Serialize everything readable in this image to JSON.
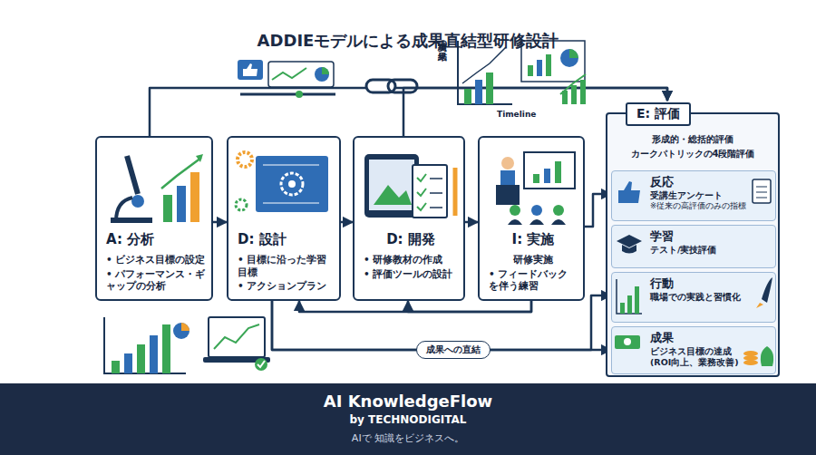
{
  "diagram": {
    "title": "ADDIEモデルによる成果直結型研修設計",
    "nodes": [
      {
        "text": [
          "A: 分析",
          "• ビジネス目標の設定",
          "• パフォーマンス・ギャップの分析"
        ]
      },
      {
        "text": [
          "D: 設計",
          "• 目標に沿った学習目標",
          "• アクションプラン"
        ]
      },
      {
        "text": [
          "D: 開発",
          "• 研修教材の作成",
          "• 評価ツールの設計"
        ]
      },
      {
        "text": [
          "I: 実施",
          "研修実施",
          "• フィードバックを伴う練習"
        ]
      },
      {
        "text": [
          "E: 評価",
          "形成的・総括的評価",
          "カークパトリックの4段階評価"
        ]
      },
      {
        "text": [
          "反応",
          "受講生アンケート",
          "※従来の高評価のみの指標"
        ],
        "in": 4
      },
      {
        "text": [
          "学習",
          "テスト/実技評価"
        ],
        "in": 4
      },
      {
        "text": [
          "行動",
          "職場での実践と習慣化"
        ],
        "in": 4
      },
      {
        "text": [
          "成果",
          "ビジネス目標の達成 (ROI向上、業務改善)"
        ],
        "in": 4
      }
    ],
    "edges": [
      {
        "from": 0,
        "to": 1,
        "arrow": "to"
      },
      {
        "from": 1,
        "to": 2,
        "arrow": "to"
      },
      {
        "from": 2,
        "to": 3,
        "arrow": "to"
      },
      {
        "from": 3,
        "to": 5,
        "arrow": "to"
      },
      {
        "from": 0,
        "to": 4,
        "arrow": "to"
      },
      {
        "from": 2,
        "to": 4,
        "arrow": "to"
      },
      {
        "from": 3,
        "to": 1,
        "arrow": "to"
      },
      {
        "from": 3,
        "to": 2,
        "arrow": "to"
      },
      {
        "from": 1,
        "to": 7,
        "label": "成果への直結",
        "arrow": "to"
      },
      {
        "from": 1,
        "to": 8,
        "arrow": "to"
      }
    ],
    "labels": [
      "実績の結果",
      "Timeline",
      "AI KnowledgeFlow",
      "by TECHNODIGITAL",
      "AIで 知識をビジネスへ。"
    ]
  }
}
